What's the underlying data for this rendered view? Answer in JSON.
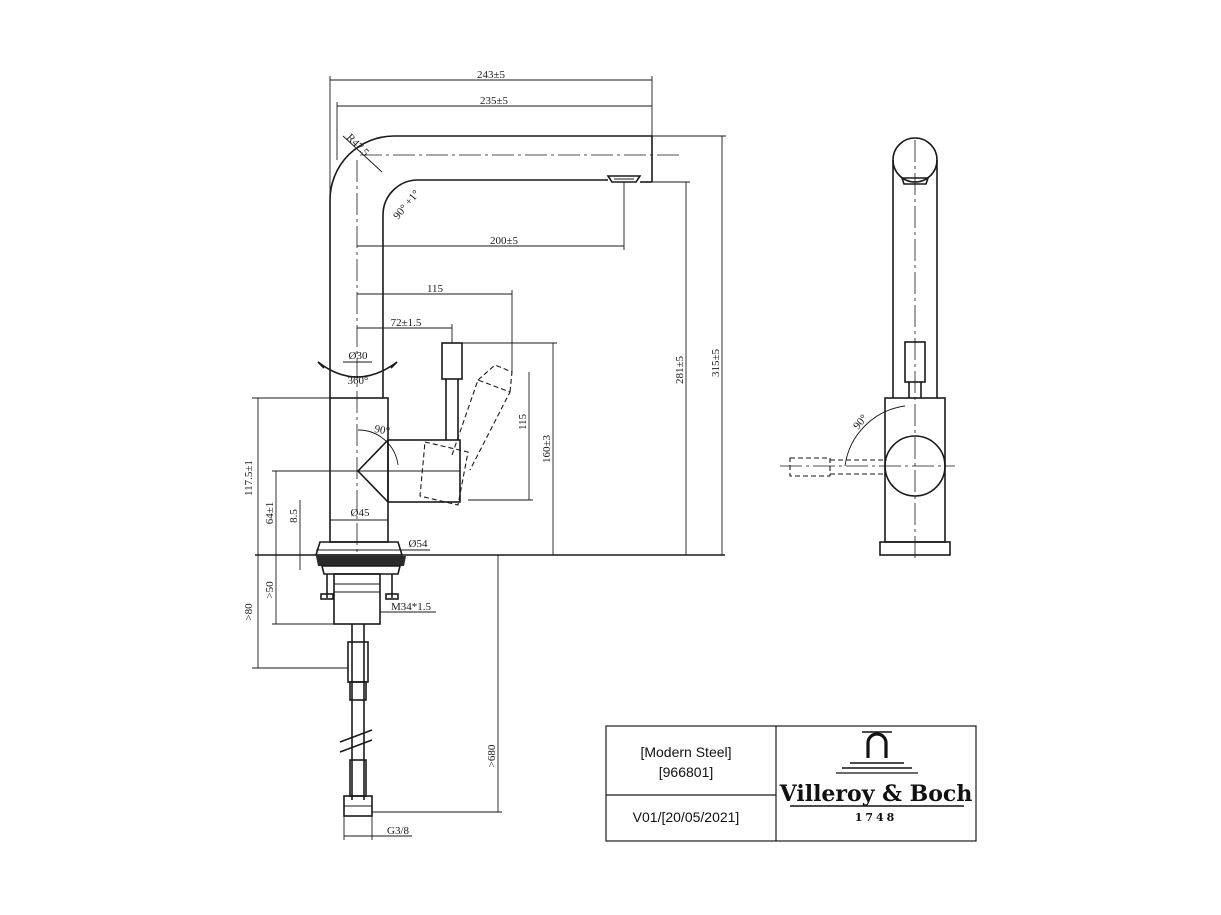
{
  "dimensions": {
    "overall_reach": "243±5",
    "reach": "235±5",
    "spout_outlet": "200±5",
    "bend_radius": "R47.5",
    "bend_angle": "90° +1°",
    "lever_center": "115",
    "lever_offset": "72±1.5",
    "body_diameter_top": "Ø30",
    "rotation": "360°",
    "lever_angle": "90°",
    "lever_height": "115",
    "lever_to_base": "160±3",
    "outlet_height": "281±5",
    "total_height": "315±5",
    "body_height": "117.5±1",
    "handle_axis_height": "64±1",
    "base_thickness": "8.5",
    "body_diameter": "Ø45",
    "base_diameter": "Ø54",
    "thread_min": ">50",
    "shank_min": ">80",
    "thread": "M34*1.5",
    "hose_length": ">680",
    "hose_connector": "G3/8",
    "side_lever_angle": "90°"
  },
  "title_block": {
    "product_name": "[Modern Steel]",
    "article_number": "[966801]",
    "version": "V01/[20/05/2021]"
  },
  "logo": {
    "brand": "Villeroy & Boch",
    "year": "1748"
  }
}
